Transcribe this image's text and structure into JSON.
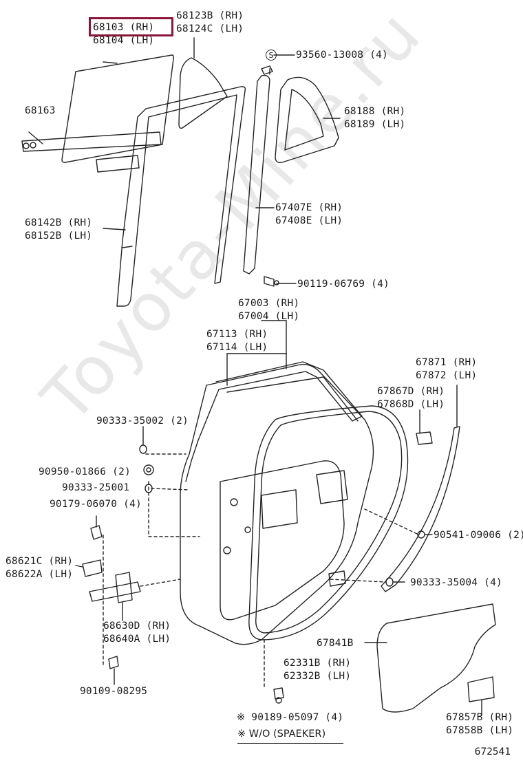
{
  "watermark": "Toyota-Mine.ru",
  "highlighted_part": "68103 (RH)",
  "labels": {
    "p68103": "68103 (RH)",
    "p68104": "68104 (LH)",
    "p68123b": "68123B (RH)",
    "p68124c": "68124C (LH)",
    "p93560": "93560-13008 (4)",
    "s_mark": "S",
    "p68163": "68163",
    "p68188": "68188 (RH)",
    "p68189": "68189 (LH)",
    "p68142b": "68142B (RH)",
    "p68152b": "68152B (LH)",
    "p67407e": "67407E (RH)",
    "p67408e": "67408E (LH)",
    "p90119": "90119-06769 (4)",
    "p67003": "67003 (RH)",
    "p67004": "67004 (LH)",
    "p67113": "67113 (RH)",
    "p67114": "67114 (LH)",
    "p67871": "67871 (RH)",
    "p67872": "67872 (LH)",
    "p67867d": "67867D (RH)",
    "p67868d": "67868D (LH)",
    "p90333_35002": "90333-35002 (2)",
    "p90950": "90950-01866 (2)",
    "p90333_25001": "90333-25001",
    "p90179": "90179-06070 (4)",
    "p90541": "90541-09006 (2)",
    "p68621c": "68621C (RH)",
    "p68622a": "68622A (LH)",
    "p90333_35004": "90333-35004 (4)",
    "p68630d": "68630D (RH)",
    "p68640a": "68640A (LH)",
    "p67841b": "67841B",
    "p62331b": "62331B (RH)",
    "p62332b": "62332B (LH)",
    "p90109": "90109-08295",
    "p90189": "※ 90189-05097 (4)",
    "p67857b": "67857B (RH)",
    "p67858b": "67858B (LH)"
  },
  "footnote": "※ W/O (SPAEKER)",
  "diagram_code": "672541",
  "colors": {
    "line": "#222222",
    "highlight": "#8a1538",
    "watermark": "#e8e8e8"
  }
}
